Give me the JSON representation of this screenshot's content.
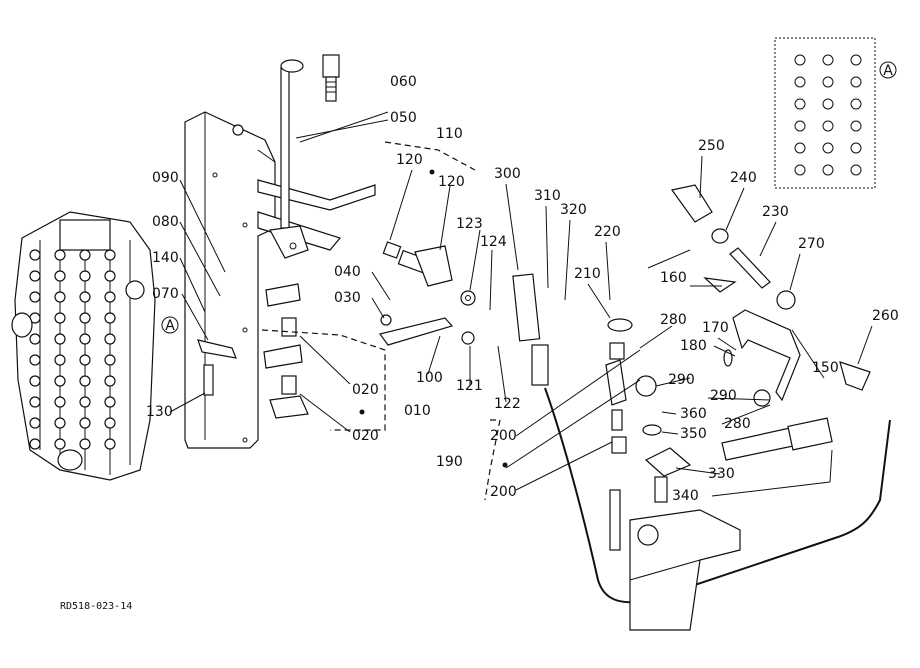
{
  "diagram": {
    "drawing_code": "RD518-023-14",
    "view_marker": "A",
    "part_labels": [
      {
        "id": "060",
        "text": "060"
      },
      {
        "id": "050",
        "text": "050"
      },
      {
        "id": "110",
        "text": "110"
      },
      {
        "id": "120a",
        "text": "120"
      },
      {
        "id": "120b",
        "text": "120"
      },
      {
        "id": "300",
        "text": "300"
      },
      {
        "id": "310",
        "text": "310"
      },
      {
        "id": "320",
        "text": "320"
      },
      {
        "id": "250",
        "text": "250"
      },
      {
        "id": "240",
        "text": "240"
      },
      {
        "id": "230",
        "text": "230"
      },
      {
        "id": "270",
        "text": "270"
      },
      {
        "id": "090",
        "text": "090"
      },
      {
        "id": "080",
        "text": "080"
      },
      {
        "id": "123",
        "text": "123"
      },
      {
        "id": "124",
        "text": "124"
      },
      {
        "id": "220",
        "text": "220"
      },
      {
        "id": "210",
        "text": "210"
      },
      {
        "id": "160",
        "text": "160"
      },
      {
        "id": "140",
        "text": "140"
      },
      {
        "id": "040",
        "text": "040"
      },
      {
        "id": "030",
        "text": "030"
      },
      {
        "id": "070",
        "text": "070"
      },
      {
        "id": "280a",
        "text": "280"
      },
      {
        "id": "170",
        "text": "170"
      },
      {
        "id": "260",
        "text": "260"
      },
      {
        "id": "180",
        "text": "180"
      },
      {
        "id": "150",
        "text": "150"
      },
      {
        "id": "290a",
        "text": "290"
      },
      {
        "id": "100",
        "text": "100"
      },
      {
        "id": "121",
        "text": "121"
      },
      {
        "id": "020a",
        "text": "020"
      },
      {
        "id": "290b",
        "text": "290"
      },
      {
        "id": "280b",
        "text": "280"
      },
      {
        "id": "122",
        "text": "122"
      },
      {
        "id": "130",
        "text": "130"
      },
      {
        "id": "010",
        "text": "010"
      },
      {
        "id": "360",
        "text": "360"
      },
      {
        "id": "020b",
        "text": "020"
      },
      {
        "id": "200a",
        "text": "200"
      },
      {
        "id": "350",
        "text": "350"
      },
      {
        "id": "190",
        "text": "190"
      },
      {
        "id": "330",
        "text": "330"
      },
      {
        "id": "200b",
        "text": "200"
      },
      {
        "id": "340",
        "text": "340"
      }
    ]
  }
}
